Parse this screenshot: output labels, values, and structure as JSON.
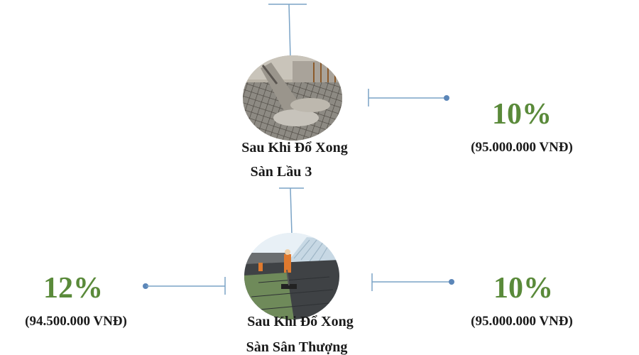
{
  "stage_1": {
    "caption_line1": "Sau Khi Đổ Xong",
    "caption_line2": "Sàn Lầu 3",
    "right_percent": "10%",
    "right_amount": "(95.000.000 VNĐ)",
    "photo_subject": "concrete-pouring-photo"
  },
  "stage_2": {
    "caption_line1": "Sau Khi Đổ Xong",
    "caption_line2": "Sàn Sân Thượng",
    "left_percent": "12%",
    "left_amount": "(94.500.000 VNĐ)",
    "right_percent": "10%",
    "right_amount": "(95.000.000 VNĐ)",
    "photo_subject": "roof-waterproofing-photo"
  },
  "colors": {
    "percent": "#5a8a3a",
    "connector": "#7aa3c6",
    "dot": "#5b86b8",
    "text": "#1a1a1a"
  }
}
